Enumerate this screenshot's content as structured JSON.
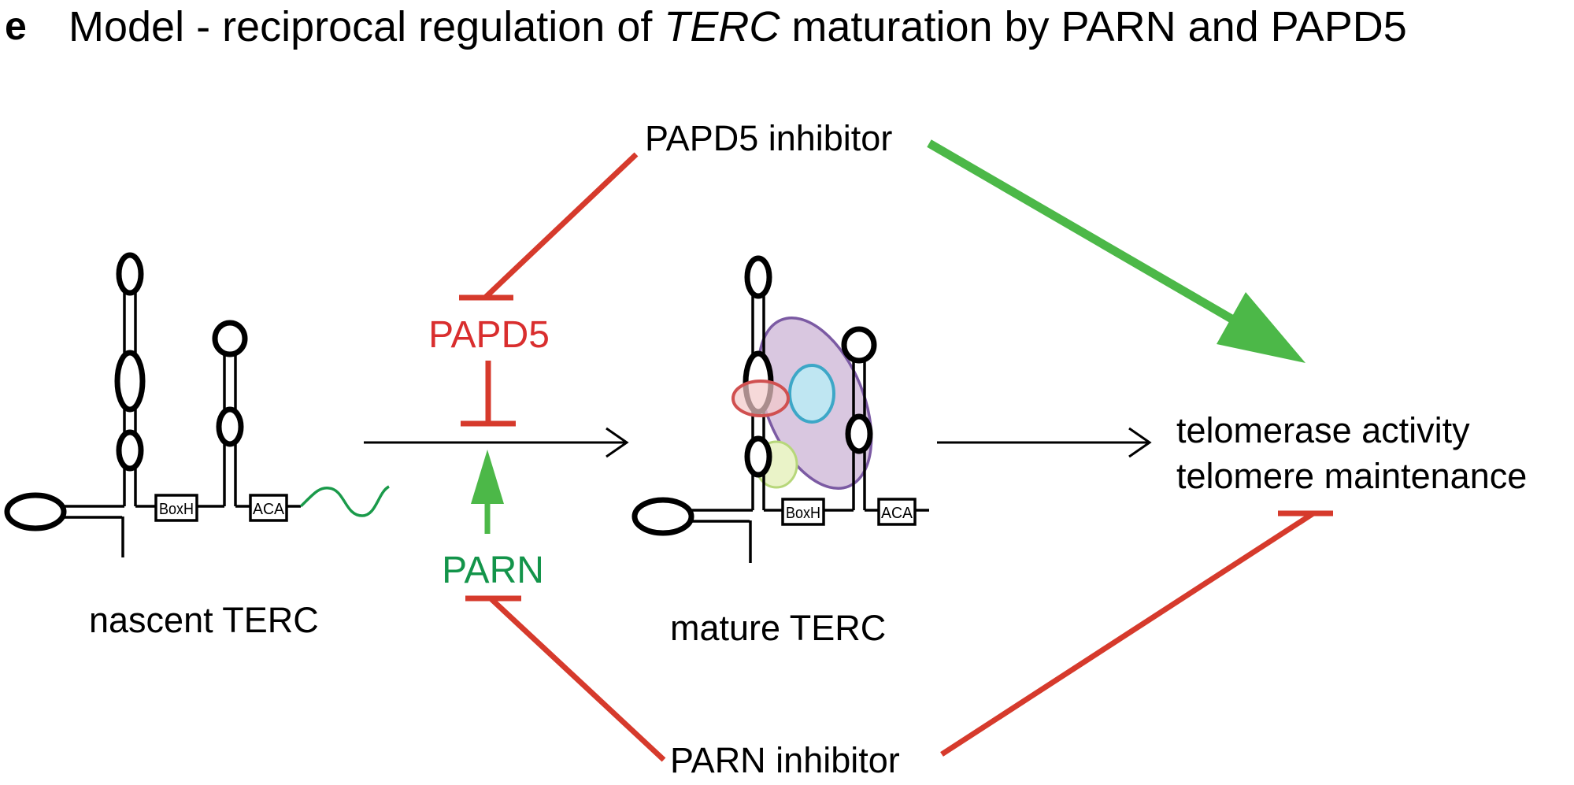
{
  "panel_letter": "e",
  "title": {
    "prefix": "Model - reciprocal regulation of ",
    "gene": "TERC",
    "suffix": " maturation by PARN and PAPD5"
  },
  "labels": {
    "papd5_inhibitor": "PAPD5 inhibitor",
    "parn_inhibitor": "PARN inhibitor",
    "papd5": "PAPD5",
    "parn": "PARN",
    "nascent": "nascent TERC",
    "mature": "mature TERC",
    "outcome_line1": "telomerase activity",
    "outcome_line2": "telomere maintenance",
    "boxh": "BoxH",
    "aca": "ACA"
  },
  "colors": {
    "inhibit_red": "#d63a2c",
    "activate_green": "#4cb848",
    "papd5_text": "#d92e2e",
    "parn_text": "#13944a",
    "tail_green": "#1a9a4a",
    "protein_purple": "#d9c7e0",
    "protein_purple_edge": "#7b5aa3",
    "protein_blue": "#bfe6f2",
    "protein_blue_edge": "#3da7c7",
    "protein_red": "#f2c9c9",
    "protein_red_edge": "#d05050",
    "protein_yellow": "#eaf3c8",
    "protein_yellow_edge": "#b7d77a"
  }
}
